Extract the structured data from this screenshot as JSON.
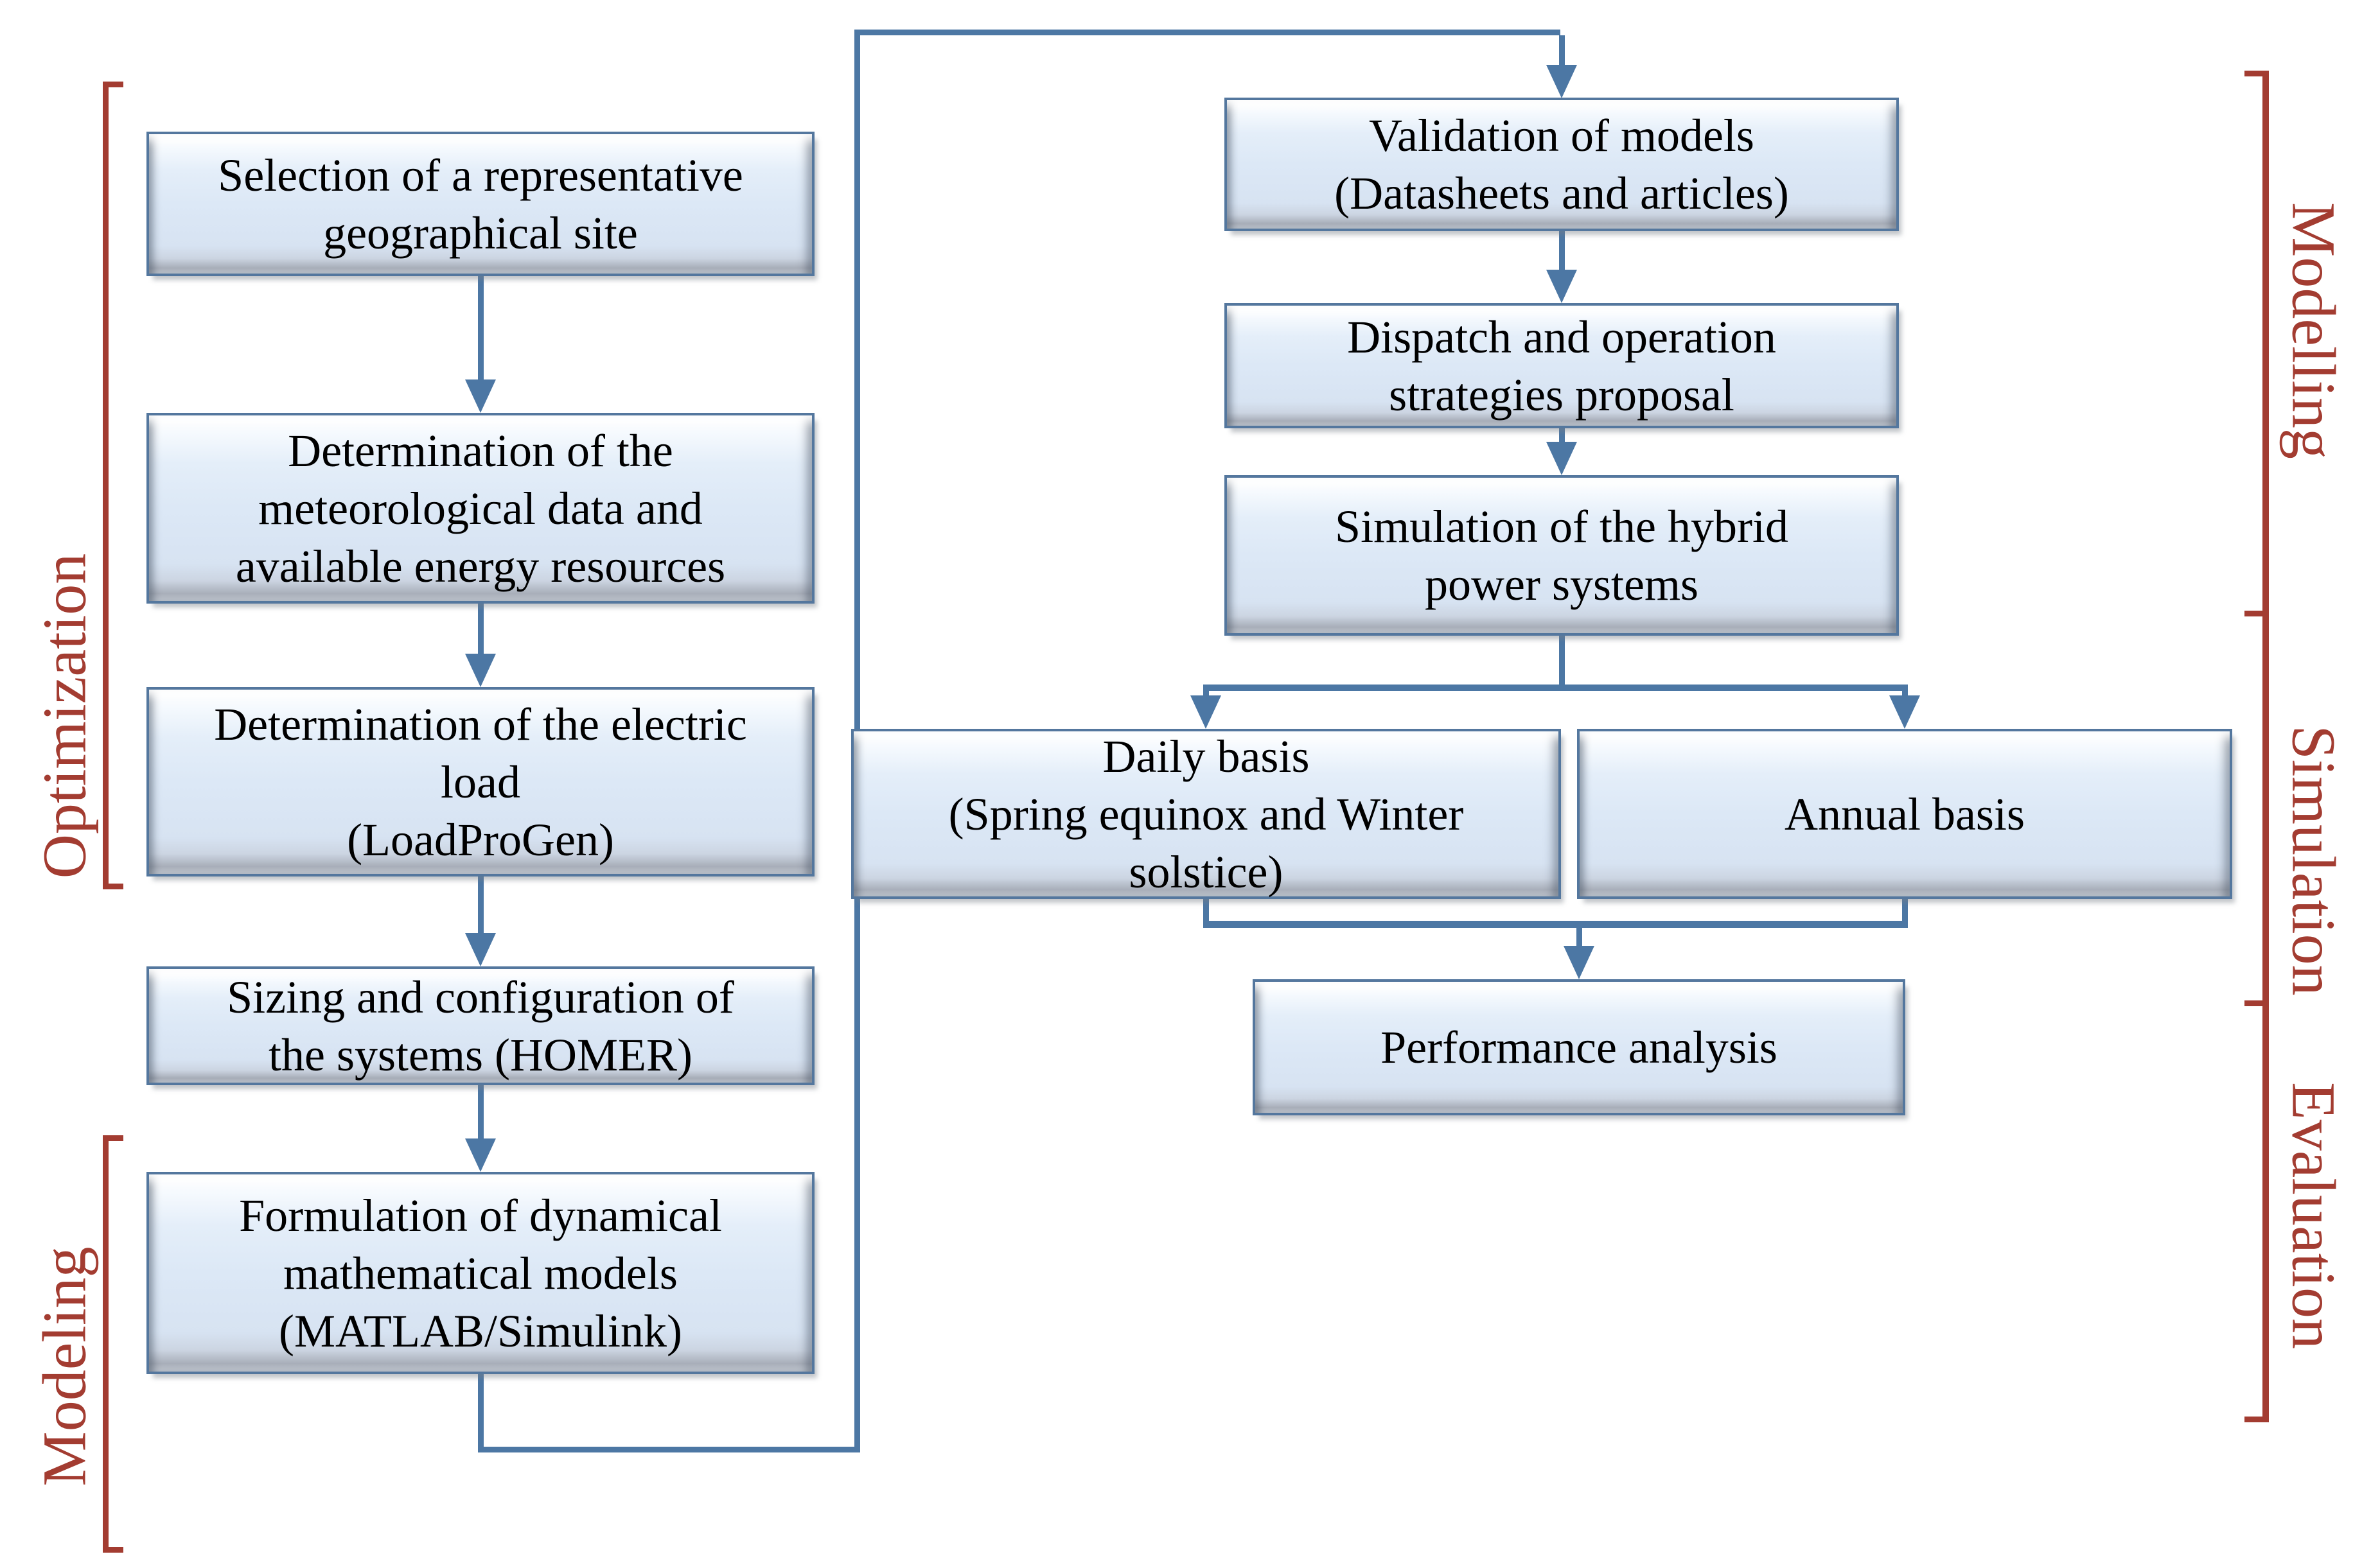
{
  "colors": {
    "connector": "#4C77A4",
    "box_border": "#54779E",
    "box_fill": "#DCE8F6",
    "bracket": "#A33C31",
    "text": "#000000"
  },
  "left": {
    "brackets": [
      {
        "label": "Optimization"
      },
      {
        "label": "Modeling"
      }
    ],
    "boxes": [
      {
        "lines": [
          "Selection of a representative",
          "geographical site"
        ]
      },
      {
        "lines": [
          "Determination of the",
          "meteorological data and",
          "available energy resources"
        ]
      },
      {
        "lines": [
          "Determination of the electric",
          "load",
          "(LoadProGen)"
        ]
      },
      {
        "lines": [
          "Sizing and configuration of",
          "the systems (HOMER)"
        ]
      },
      {
        "lines": [
          "Formulation of dynamical",
          "mathematical models",
          "(MATLAB/Simulink)"
        ]
      }
    ]
  },
  "right": {
    "brackets": [
      {
        "label": "Modelling"
      },
      {
        "label": "Simulation"
      },
      {
        "label": "Evaluation"
      }
    ],
    "boxes": [
      {
        "lines": [
          "Validation of models",
          "(Datasheets and articles)"
        ]
      },
      {
        "lines": [
          "Dispatch and operation",
          "strategies proposal"
        ]
      },
      {
        "lines": [
          "Simulation of the hybrid",
          "power systems"
        ]
      },
      {
        "lines": [
          "Daily basis",
          "(Spring equinox and Winter",
          "solstice)"
        ]
      },
      {
        "lines": [
          "Annual basis"
        ]
      },
      {
        "lines": [
          "Performance analysis"
        ]
      }
    ]
  }
}
